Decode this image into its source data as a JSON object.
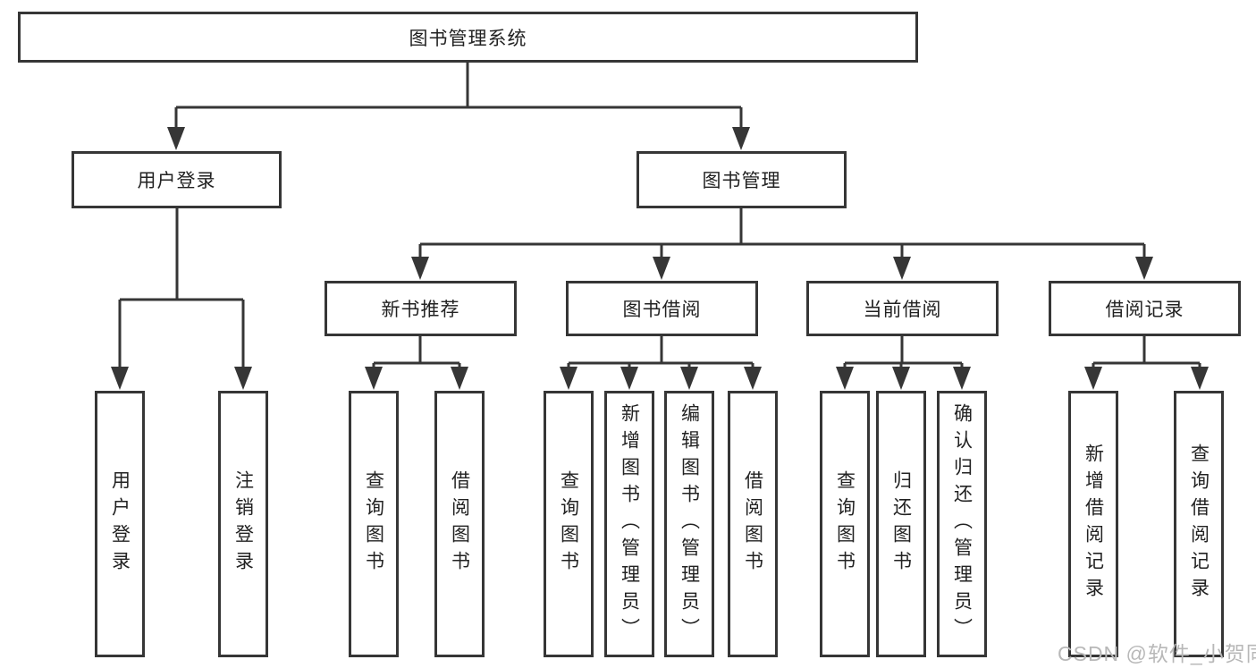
{
  "diagram": {
    "title_node": {
      "label": "图书管理系统"
    },
    "level2": [
      {
        "label": "用户登录"
      },
      {
        "label": "图书管理"
      }
    ],
    "level3": [
      {
        "label": "新书推荐"
      },
      {
        "label": "图书借阅"
      },
      {
        "label": "当前借阅"
      },
      {
        "label": "借阅记录"
      }
    ],
    "leaves": [
      {
        "label": "用户登录"
      },
      {
        "label": "注销登录"
      },
      {
        "label": "查询图书"
      },
      {
        "label": "借阅图书"
      },
      {
        "label": "查询图书"
      },
      {
        "label": "新增图书（管理员）"
      },
      {
        "label": "编辑图书（管理员）"
      },
      {
        "label": "借阅图书"
      },
      {
        "label": "查询图书"
      },
      {
        "label": "归还图书"
      },
      {
        "label": "确认归还（管理员）"
      },
      {
        "label": "新增借阅记录"
      },
      {
        "label": "查询借阅记录"
      }
    ],
    "colors": {
      "line": "#363636",
      "box_border": "#363636",
      "text": "#222222",
      "background": "#ffffff"
    }
  },
  "watermark": {
    "text": "CSDN @软件_小贺同学",
    "color": "#b8b8b8"
  }
}
